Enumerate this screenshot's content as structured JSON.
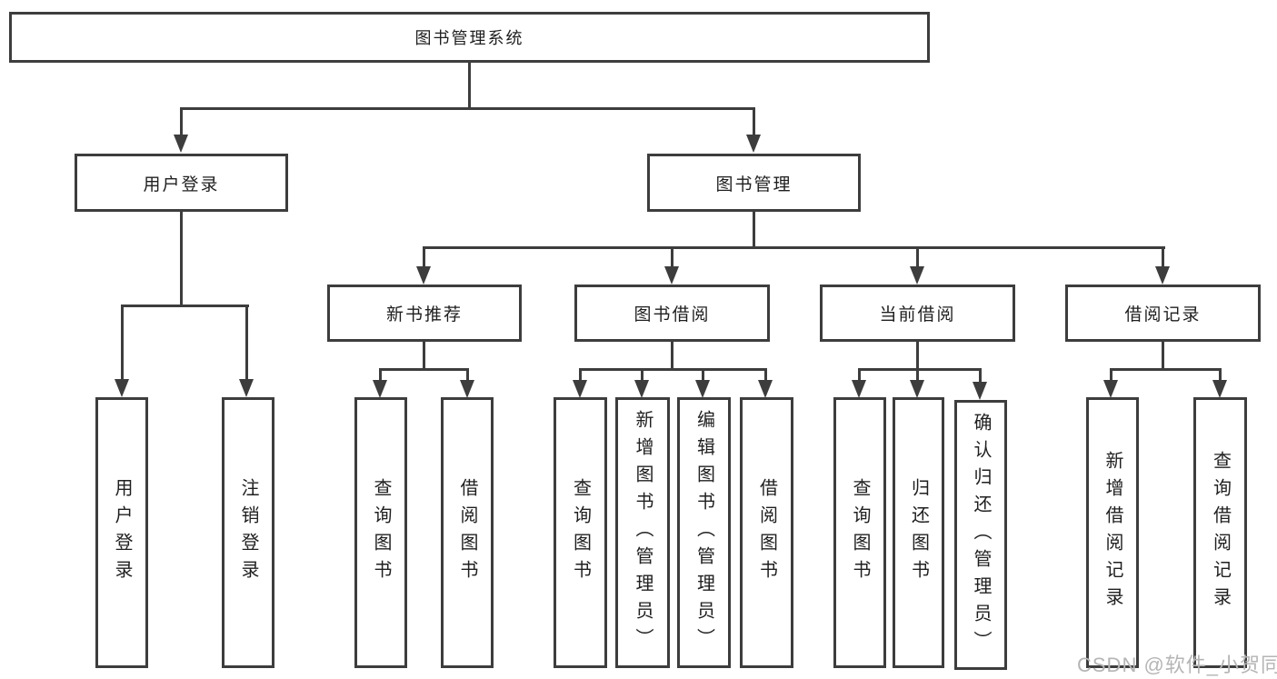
{
  "diagram": {
    "root": {
      "label": "图书管理系统"
    },
    "level2": {
      "user_login": {
        "label": "用户登录"
      },
      "book_mgmt": {
        "label": "图书管理"
      }
    },
    "level3": {
      "new_books": {
        "label": "新书推荐"
      },
      "book_borrow": {
        "label": "图书借阅"
      },
      "current_borrow": {
        "label": "当前借阅"
      },
      "borrow_records": {
        "label": "借阅记录"
      }
    },
    "leaves": {
      "user_login": "用户登录",
      "logout": "注销登录",
      "nb_query_books": "查询图书",
      "nb_borrow_books": "借阅图书",
      "bb_query_books": "查询图书",
      "bb_add_books": "新增图书（管理员）",
      "bb_edit_books": "编辑图书（管理员）",
      "bb_borrow_books": "借阅图书",
      "cb_query_books": "查询图书",
      "cb_return_books": "归还图书",
      "cb_confirm_return": "确认归还（管理员）",
      "br_add_record": "新增借阅记录",
      "br_query_record": "查询借阅记录"
    }
  },
  "watermark": "CSDN @软件_小贺同学",
  "colors": {
    "line": "#3d3d3d",
    "text": "#1f1f1f",
    "background": "#ffffff",
    "watermark": "#b5b5b5"
  }
}
